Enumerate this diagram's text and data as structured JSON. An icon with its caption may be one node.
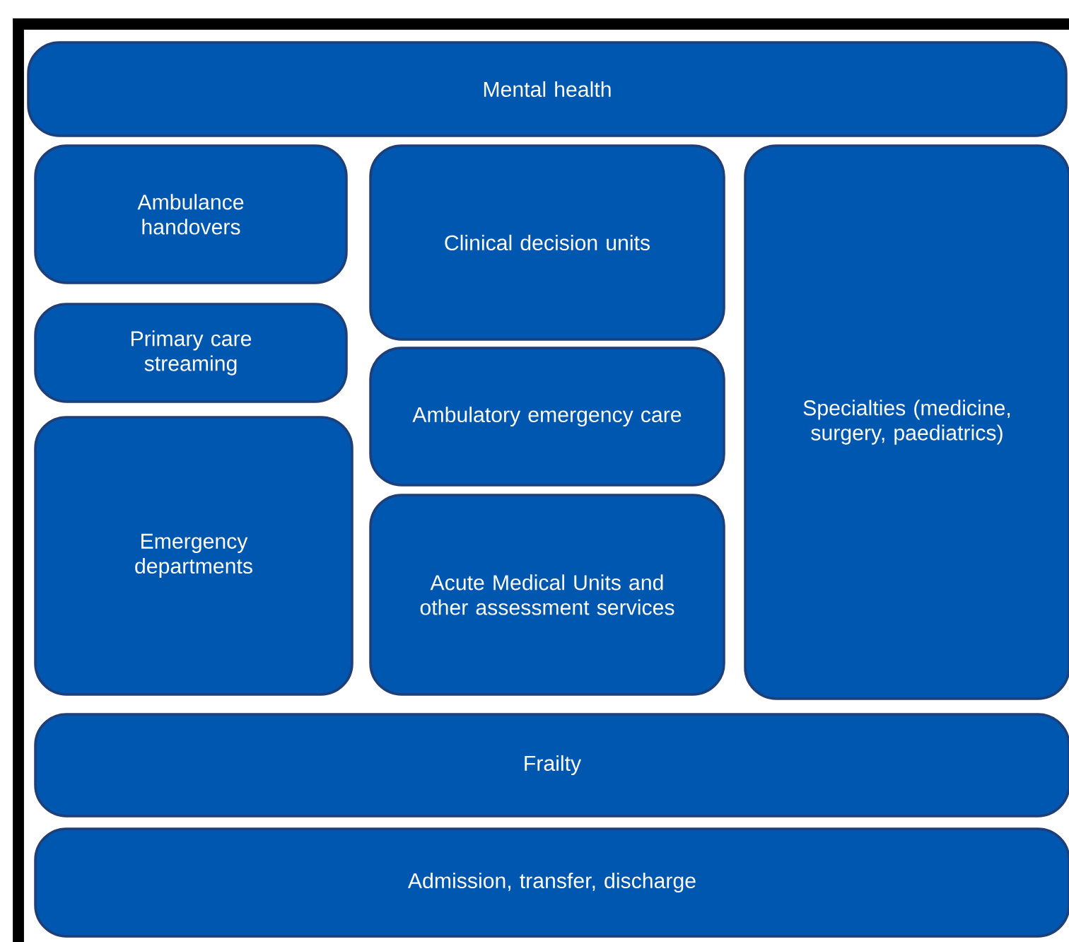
{
  "diagram": {
    "nodes": [
      {
        "text": [
          "Mental health"
        ]
      },
      {
        "text": [
          "Ambulance handovers"
        ]
      },
      {
        "text": [
          "Clinical decision units"
        ]
      },
      {
        "text": [
          "Specialties (medicine, surgery, paediatrics)"
        ]
      },
      {
        "text": [
          "Primary care streaming"
        ]
      },
      {
        "text": [
          "Ambulatory emergency care"
        ]
      },
      {
        "text": [
          "Emergency departments"
        ]
      },
      {
        "text": [
          "Acute Medical Units and other assessment services"
        ]
      },
      {
        "text": [
          "Frailty"
        ]
      },
      {
        "text": [
          "Admission, transfer, discharge"
        ]
      }
    ]
  }
}
